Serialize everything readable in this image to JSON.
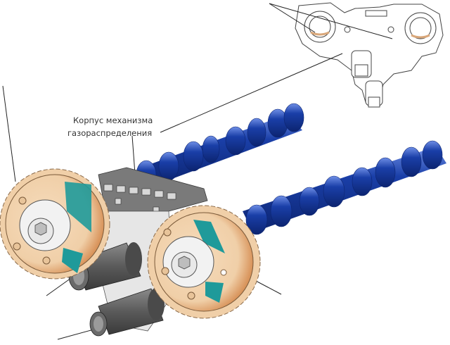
{
  "figure": {
    "subject": "Camshaft adjustment (variable valve timing) assembly",
    "labels": {
      "housing_line1": "Корпус механизма",
      "housing_line2": "газораспределения"
    }
  },
  "colors": {
    "camshaft": "#1a3fa8",
    "camshaft_dark": "#0c2470",
    "camshaft_highlight": "#6f8fe6",
    "sprocket": "#f0cfa8",
    "sprocket_dark": "#d8935a",
    "vane": "#1f9a9a",
    "rotor_plate": "#f2f2f2",
    "housing": "#7a7a7a",
    "solenoid": "#5a5a5a",
    "leader_line": "#222222",
    "line_art": "#444444",
    "bearing_accent": "#d9a77a"
  }
}
